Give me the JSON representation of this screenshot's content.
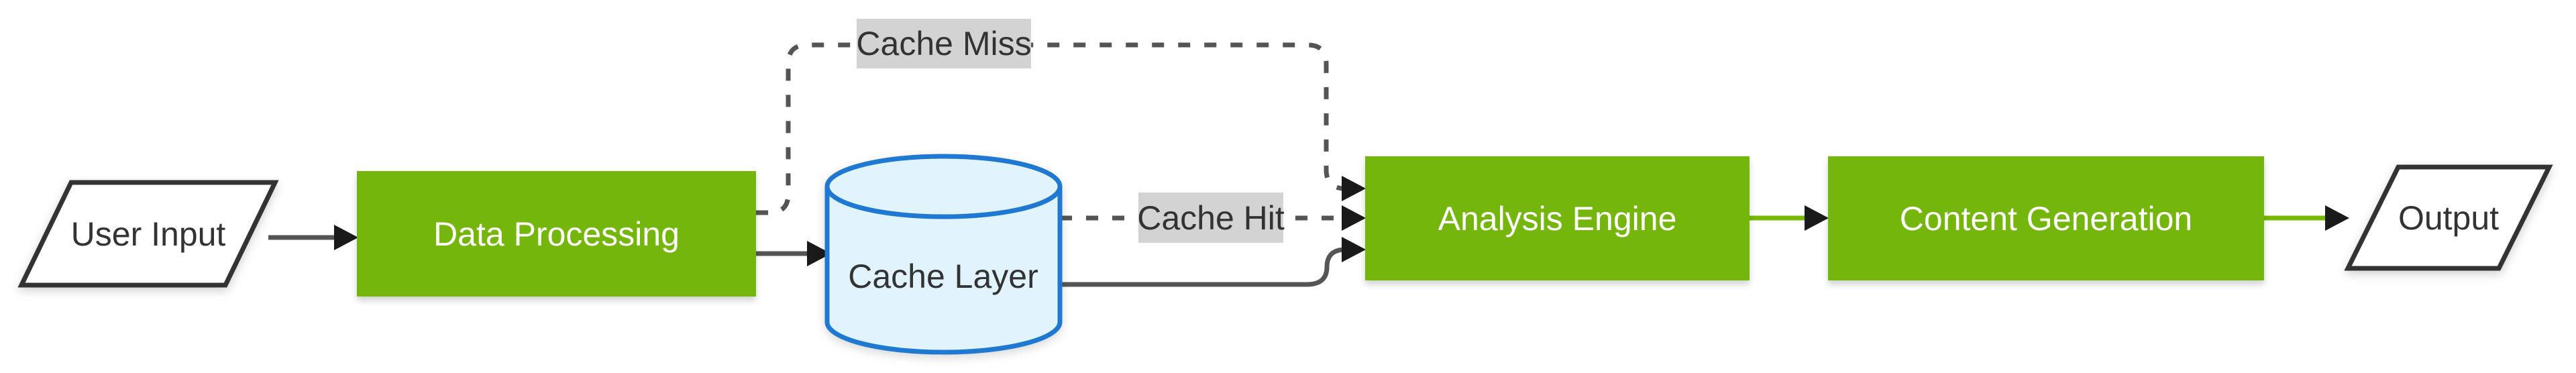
{
  "diagram": {
    "type": "flowchart-left-to-right",
    "background": "#ffffff",
    "colors": {
      "node_green_fill": "#74b60b",
      "node_green_text": "#ffffff",
      "green_link": "#76b900",
      "edge_gray": "#555555",
      "arrowhead_black": "#1a1a1a",
      "shape_stroke": "#333333",
      "shape_fill": "#ffffff",
      "shape_text": "#333333",
      "cylinder_fill": "#e1f4fd",
      "cylinder_stroke": "#1f78d1",
      "edge_label_bg": "#d3d3d3",
      "edge_label_text": "#333333"
    },
    "nodes": [
      {
        "id": "user-input",
        "label": "User Input",
        "shape": "parallelogram"
      },
      {
        "id": "data-processing",
        "label": "Data Processing",
        "shape": "rect"
      },
      {
        "id": "cache-layer",
        "label": "Cache Layer",
        "shape": "cylinder"
      },
      {
        "id": "analysis-engine",
        "label": "Analysis Engine",
        "shape": "rect"
      },
      {
        "id": "content-generation",
        "label": "Content Generation",
        "shape": "rect"
      },
      {
        "id": "output",
        "label": "Output",
        "shape": "parallelogram"
      }
    ],
    "edges": [
      {
        "from": "user-input",
        "to": "data-processing",
        "style": "solid",
        "label": ""
      },
      {
        "from": "data-processing",
        "to": "cache-layer",
        "style": "solid",
        "label": ""
      },
      {
        "from": "data-processing",
        "to": "analysis-engine",
        "style": "dashed",
        "label": "Cache Miss"
      },
      {
        "from": "cache-layer",
        "to": "analysis-engine",
        "style": "dashed",
        "label": "Cache Hit"
      },
      {
        "from": "cache-layer",
        "to": "analysis-engine",
        "style": "solid",
        "label": ""
      },
      {
        "from": "analysis-engine",
        "to": "content-generation",
        "style": "solid-green",
        "label": ""
      },
      {
        "from": "content-generation",
        "to": "output",
        "style": "solid-green",
        "label": ""
      }
    ]
  }
}
